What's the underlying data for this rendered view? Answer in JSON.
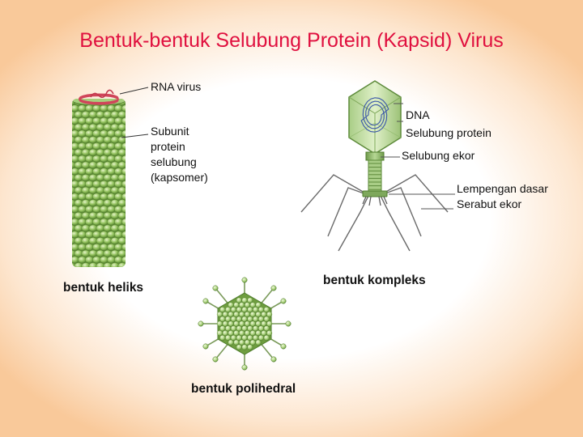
{
  "title": "Bentuk-bentuk Selubung Protein (Kapsid) Virus",
  "helical": {
    "rna_label": "RNA virus",
    "subunit_label": [
      "Subunit",
      "protein",
      "selubung",
      "(kapsomer)"
    ],
    "caption": "bentuk heliks"
  },
  "complex": {
    "dna_label": "DNA",
    "capsid_label": "Selubung protein",
    "tail_label": "Selubung ekor",
    "baseplate_label": "Lempengan dasar",
    "fiber_label": "Serabut ekor",
    "caption": "bentuk kompleks"
  },
  "polyhedral": {
    "caption": "bentuk polihedral"
  },
  "colors": {
    "title": "#e0103f",
    "capsomer": "#8fbf5a",
    "capsomer_dark": "#4f7d2c",
    "rna": "#d0455a",
    "dna": "#3a57a8",
    "phage": "#c7e0a8"
  }
}
